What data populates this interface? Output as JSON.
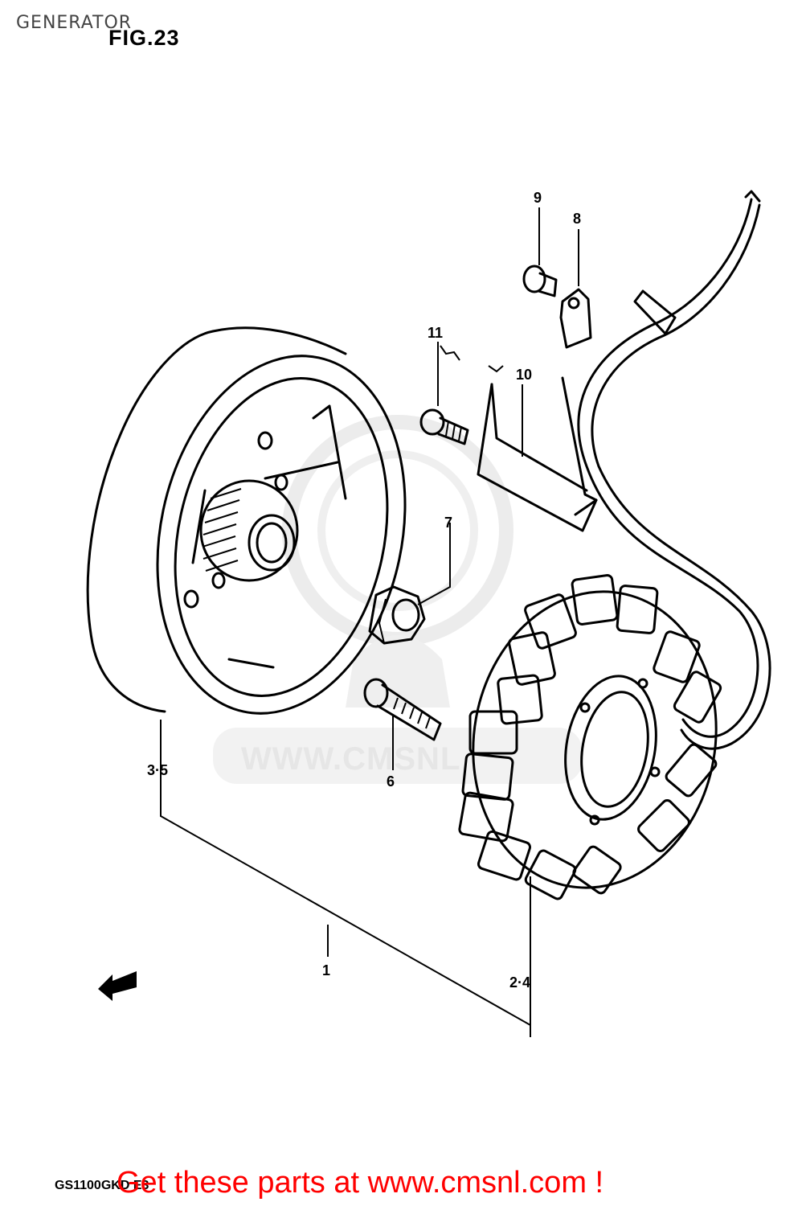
{
  "header": {
    "title": "GENERATOR",
    "figure": "FIG.23"
  },
  "callouts": {
    "p9": "9",
    "p8": "8",
    "p11": "11",
    "p10": "10",
    "p7": "7",
    "p3_5": "3·5",
    "p6": "6",
    "p1": "1",
    "p2_4": "2·4"
  },
  "watermark": {
    "text": "WWW.CMSNL"
  },
  "footer": {
    "model_code": "GS1100GKD E3",
    "promo": "Get these parts at www.cmsnl.com !"
  },
  "colors": {
    "line": "#000000",
    "promo": "#ff0000",
    "watermark": "#e6e6e6"
  }
}
